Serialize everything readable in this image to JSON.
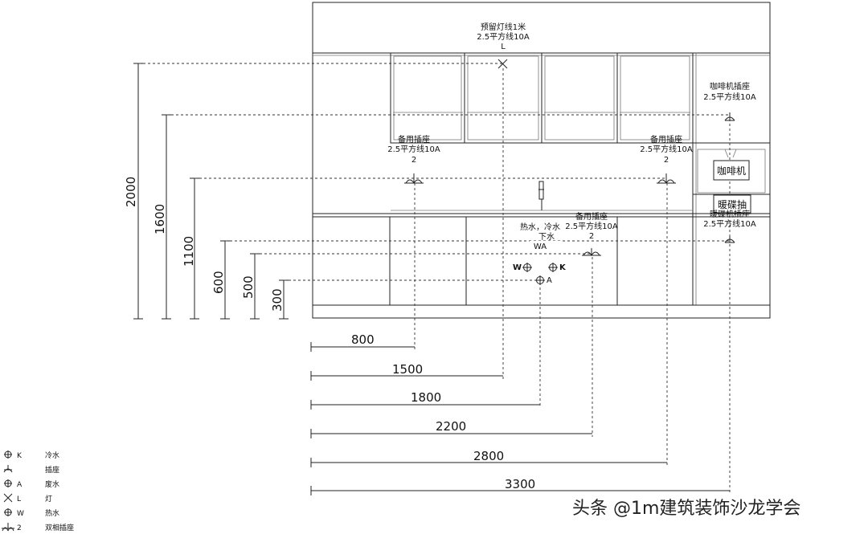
{
  "labels": {
    "light": {
      "line1": "预留灯线1米",
      "line2": "2.5平方线10A",
      "tag": "L"
    },
    "coffee_socket": {
      "line1": "咖啡机插座",
      "line2": "2.5平方线10A"
    },
    "spare_left": {
      "line1": "备用插座",
      "line2": "2.5平方线10A",
      "tag": "2"
    },
    "spare_right": {
      "line1": "备用插座",
      "line2": "2.5平方线10A",
      "tag": "2"
    },
    "spare_low": {
      "line1": "备用插座",
      "line2": "2.5平方线10A",
      "tag": "2"
    },
    "water": {
      "line1": "热水，冷水",
      "line2": "下水",
      "tag": "WA"
    },
    "warmer_socket": {
      "line1": "暖碟机插座",
      "line2": "2.5平方线10A"
    },
    "coffee_box": "咖啡机",
    "warmer_box": "暖碟抽",
    "w_tag": "W",
    "k_tag": "K",
    "a_tag": "A"
  },
  "vertical_dims": [
    "2000",
    "1600",
    "1100",
    "600",
    "500",
    "300"
  ],
  "horizontal_dims": [
    "800",
    "1500",
    "1800",
    "2200",
    "2800",
    "3300"
  ],
  "legend": [
    {
      "symbol": "K",
      "icon": "pipe-cross-icon",
      "text": "冷水"
    },
    {
      "symbol": "",
      "icon": "socket-icon",
      "text": "插座"
    },
    {
      "symbol": "A",
      "icon": "pipe-cross-icon",
      "text": "废水"
    },
    {
      "symbol": "L",
      "icon": "light-x-icon",
      "text": "灯"
    },
    {
      "symbol": "W",
      "icon": "pipe-cross-icon",
      "text": "热水"
    },
    {
      "symbol": "2",
      "icon": "double-socket-icon",
      "text": "双相插座"
    }
  ],
  "watermark": "头条 @1m建筑装饰沙龙学会"
}
